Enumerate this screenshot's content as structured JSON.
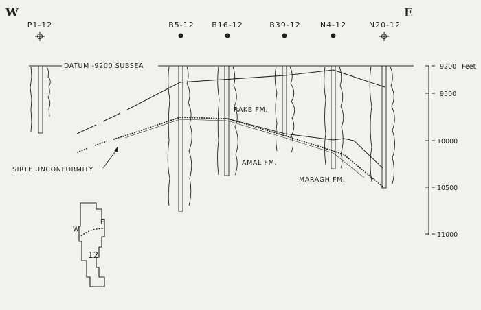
{
  "directions": {
    "west": "W",
    "east": "E"
  },
  "wells": [
    {
      "name": "P1-12",
      "symbol": "dry-hole"
    },
    {
      "name": "B5-12",
      "symbol": "oil-well"
    },
    {
      "name": "B16-12",
      "symbol": "oil-well"
    },
    {
      "name": "B39-12",
      "symbol": "oil-well"
    },
    {
      "name": "N4-12",
      "symbol": "oil-well"
    },
    {
      "name": "N20-12",
      "symbol": "dry-hole"
    }
  ],
  "datum_label": "DATUM -9200 SUBSEA",
  "depth_scale": {
    "unit": "Feet",
    "ticks": [
      {
        "value": 9200,
        "label": "9200"
      },
      {
        "value": 9500,
        "label": "9500"
      },
      {
        "value": 10000,
        "label": "10000"
      },
      {
        "value": 10500,
        "label": "10500"
      },
      {
        "value": 11000,
        "label": "11000"
      }
    ]
  },
  "formations": {
    "rakb": "RAKB FM.",
    "amal": "AMAL FM.",
    "maragh": "MARAGH FM.",
    "unconformity": "SIRTE UNCONFORMITY"
  },
  "index_map": {
    "west": "W",
    "east": "E",
    "block": "12"
  },
  "colors": {
    "ink": "#222222",
    "paper": "#f1f1ef"
  }
}
